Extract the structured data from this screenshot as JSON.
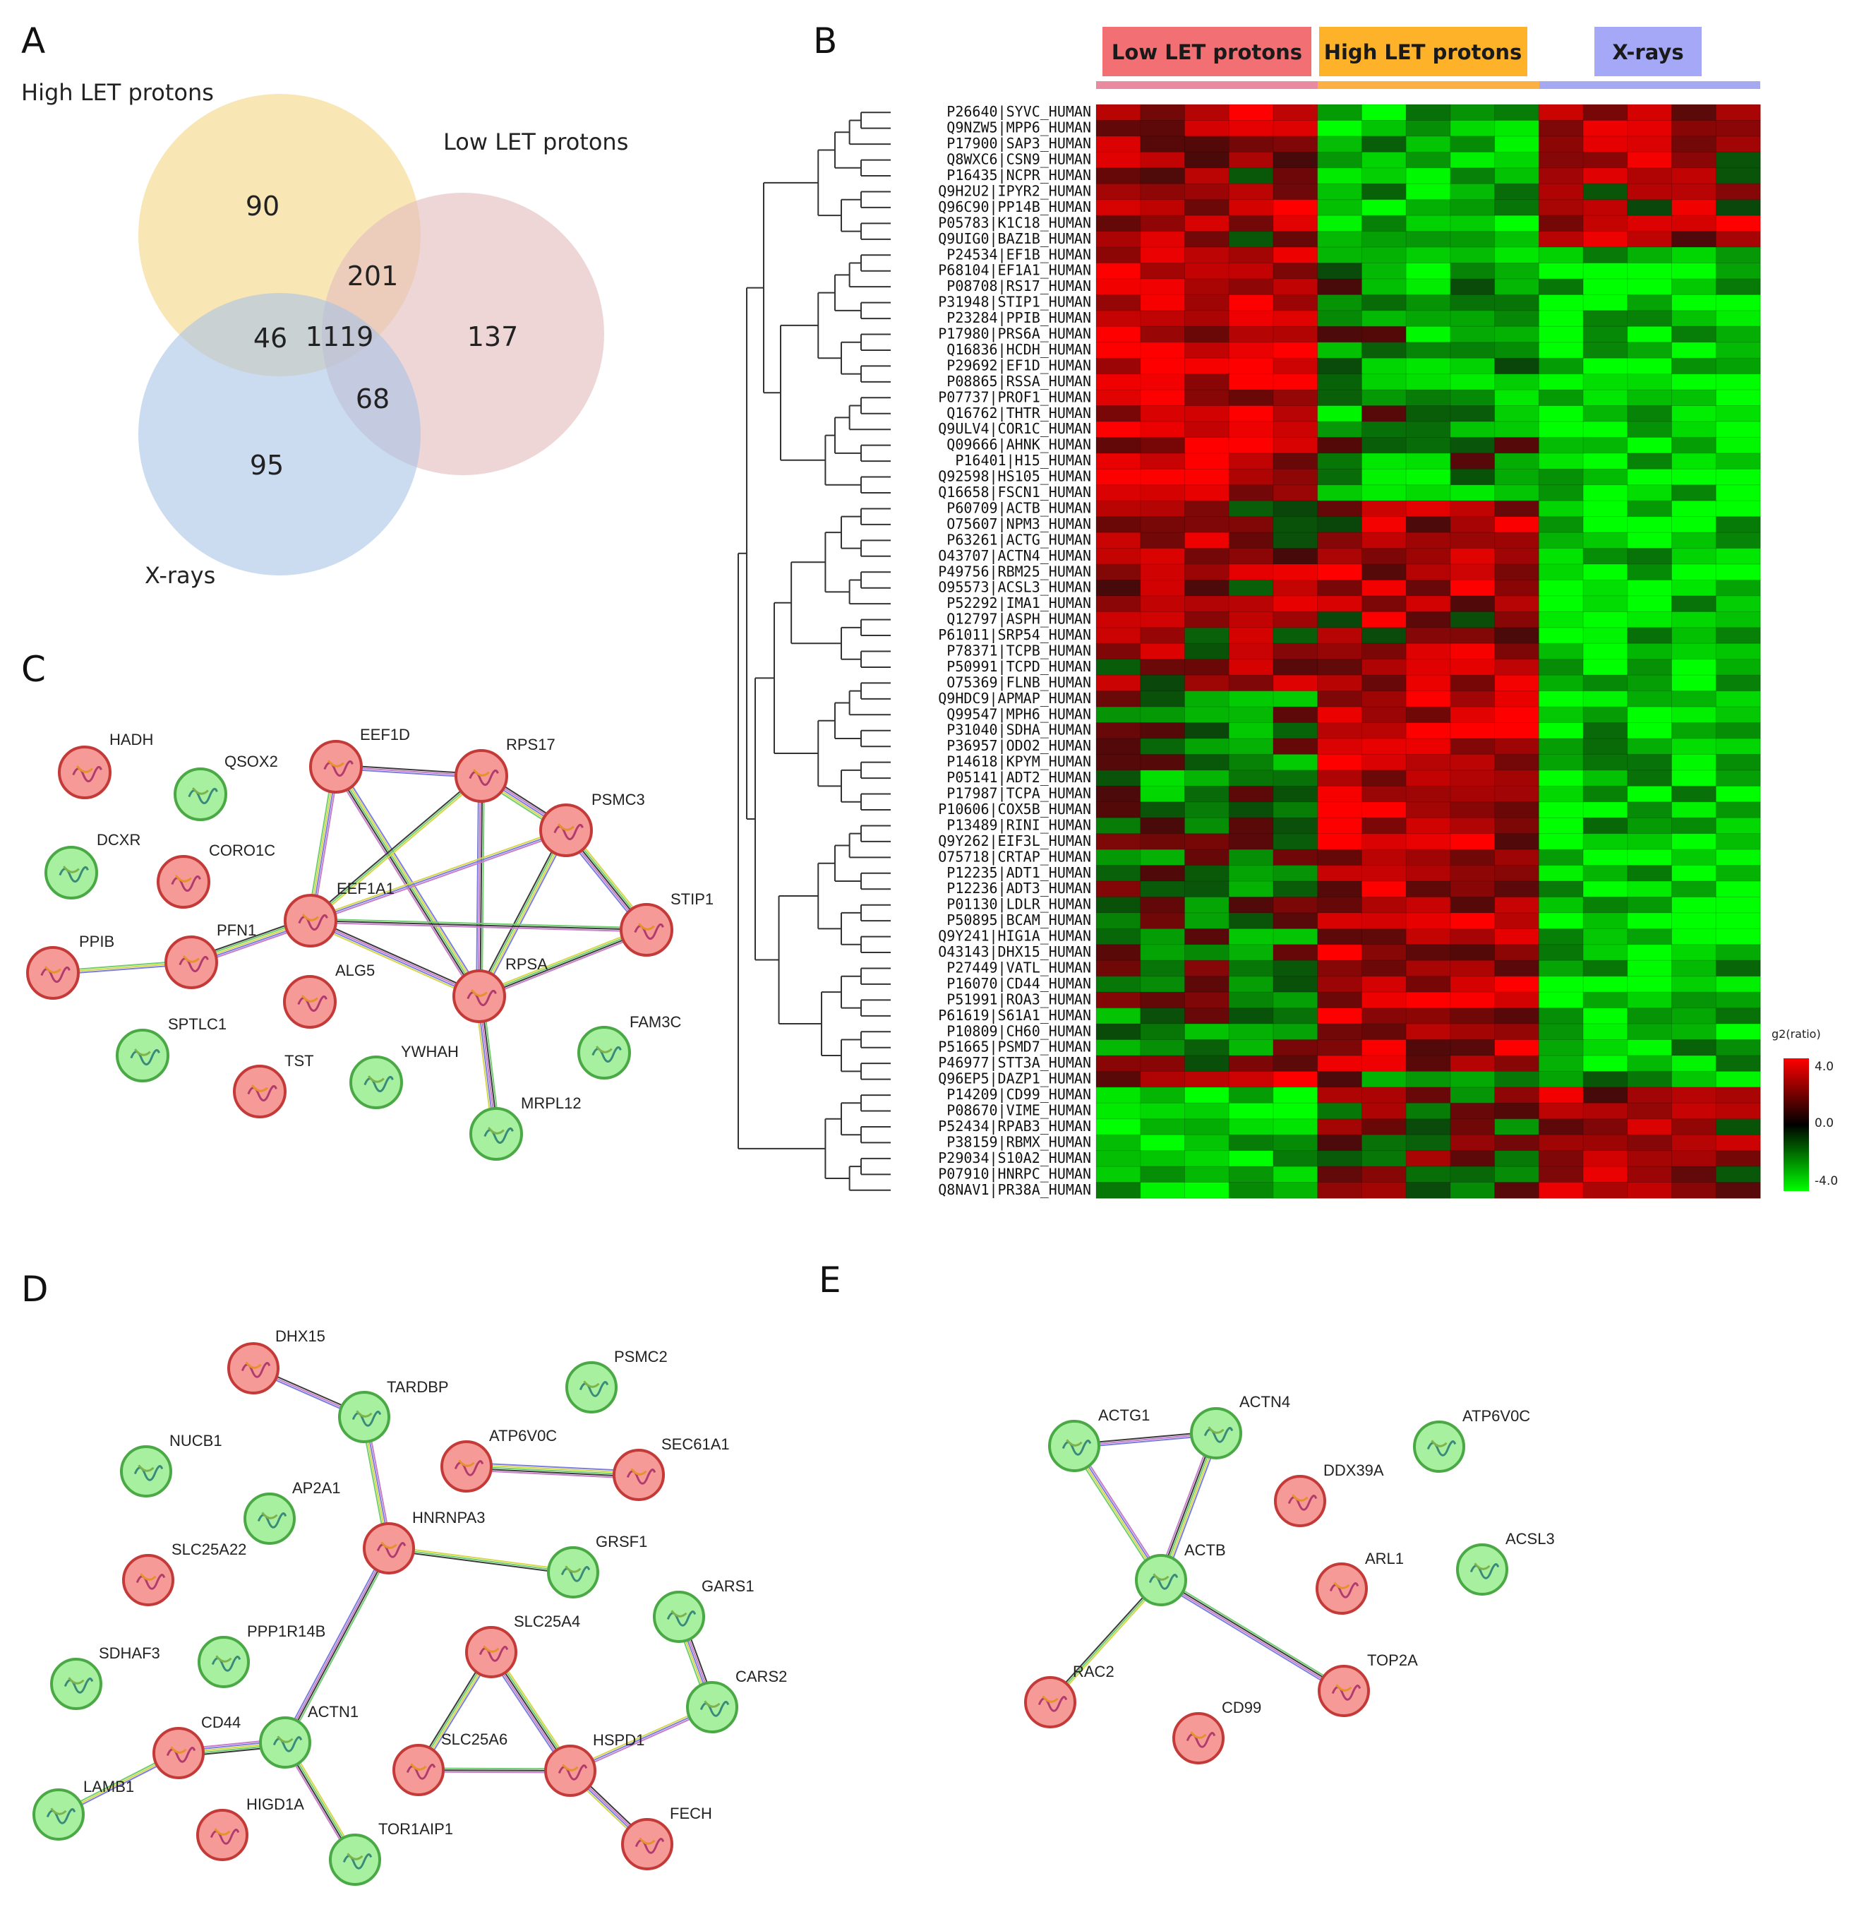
{
  "panels": {
    "A": {
      "letter": "A",
      "venn": {
        "sets": [
          {
            "key": "high",
            "label": "High LET protons",
            "color": "#f6dc98"
          },
          {
            "key": "low",
            "label": "Low LET protons",
            "color": "#e5c0c0"
          },
          {
            "key": "xray",
            "label": "X-rays",
            "color": "#a9c3e6"
          }
        ],
        "regions": [
          {
            "key": "high_only",
            "value": "90"
          },
          {
            "key": "high_low",
            "value": "201"
          },
          {
            "key": "low_only",
            "value": "137"
          },
          {
            "key": "high_xray",
            "value": "46"
          },
          {
            "key": "all",
            "value": "1119"
          },
          {
            "key": "low_xray",
            "value": "68"
          },
          {
            "key": "xray_only",
            "value": "95"
          }
        ]
      }
    },
    "B": {
      "letter": "B",
      "groups": [
        {
          "label": "Low LET protons",
          "color": "#f27074",
          "bar": "#e88aa0"
        },
        {
          "label": "High LET protons",
          "color": "#fdb22a",
          "bar": "#fcb043"
        },
        {
          "label": "X-rays",
          "color": "#a4a8f7",
          "bar": "#a5a9f2"
        }
      ],
      "proteins": [
        "P26640|SYVC_HUMAN",
        "Q9NZW5|MPP6_HUMAN",
        "P17900|SAP3_HUMAN",
        "Q8WXC6|CSN9_HUMAN",
        "P16435|NCPR_HUMAN",
        "Q9H2U2|IPYR2_HUMAN",
        "Q96C90|PP14B_HUMAN",
        "P05783|K1C18_HUMAN",
        "Q9UIG0|BAZ1B_HUMAN",
        "P24534|EF1B_HUMAN",
        "P68104|EF1A1_HUMAN",
        "P08708|RS17_HUMAN",
        "P31948|STIP1_HUMAN",
        "P23284|PPIB_HUMAN",
        "P17980|PRS6A_HUMAN",
        "Q16836|HCDH_HUMAN",
        "P29692|EF1D_HUMAN",
        "P08865|RSSA_HUMAN",
        "P07737|PROF1_HUMAN",
        "Q16762|THTR_HUMAN",
        "Q9ULV4|COR1C_HUMAN",
        "Q09666|AHNK_HUMAN",
        "P16401|H15_HUMAN",
        "Q92598|HS105_HUMAN",
        "Q16658|FSCN1_HUMAN",
        "P60709|ACTB_HUMAN",
        "O75607|NPM3_HUMAN",
        "P63261|ACTG_HUMAN",
        "O43707|ACTN4_HUMAN",
        "P49756|RBM25_HUMAN",
        "O95573|ACSL3_HUMAN",
        "P52292|IMA1_HUMAN",
        "Q12797|ASPH_HUMAN",
        "P61011|SRP54_HUMAN",
        "P78371|TCPB_HUMAN",
        "P50991|TCPD_HUMAN",
        "O75369|FLNB_HUMAN",
        "Q9HDC9|APMAP_HUMAN",
        "Q99547|MPH6_HUMAN",
        "P31040|SDHA_HUMAN",
        "P36957|ODO2_HUMAN",
        "P14618|KPYM_HUMAN",
        "P05141|ADT2_HUMAN",
        "P17987|TCPA_HUMAN",
        "P10606|COX5B_HUMAN",
        "P13489|RINI_HUMAN",
        "Q9Y262|EIF3L_HUMAN",
        "O75718|CRTAP_HUMAN",
        "P12235|ADT1_HUMAN",
        "P12236|ADT3_HUMAN",
        "P01130|LDLR_HUMAN",
        "P50895|BCAM_HUMAN",
        "Q9Y241|HIG1A_HUMAN",
        "O43143|DHX15_HUMAN",
        "P27449|VATL_HUMAN",
        "P16070|CD44_HUMAN",
        "P51991|ROA3_HUMAN",
        "P61619|S61A1_HUMAN",
        "P10809|CH60_HUMAN",
        "P51665|PSMD7_HUMAN",
        "P46977|STT3A_HUMAN",
        "Q96EP5|DAZP1_HUMAN",
        "P14209|CD99_HUMAN",
        "P08670|VIME_HUMAN",
        "P52434|RPAB3_HUMAN",
        "P38159|RBMX_HUMAN",
        "P29034|S10A2_HUMAN",
        "P07910|HNRPC_HUMAN",
        "Q8NAV1|PR38A_HUMAN"
      ],
      "legend": {
        "title": "g2(ratio)",
        "ticks": [
          "4.0",
          "0.0",
          "-4.0"
        ],
        "colors": [
          "#ff0000",
          "#000000",
          "#00ff00"
        ]
      }
    },
    "C": {
      "letter": "C",
      "nodes": [
        {
          "id": "HADH",
          "color": "red"
        },
        {
          "id": "QSOX2",
          "color": "green"
        },
        {
          "id": "EEF1D",
          "color": "red"
        },
        {
          "id": "RPS17",
          "color": "red"
        },
        {
          "id": "PSMC3",
          "color": "red"
        },
        {
          "id": "DCXR",
          "color": "green"
        },
        {
          "id": "CORO1C",
          "color": "red"
        },
        {
          "id": "EEF1A1",
          "color": "red"
        },
        {
          "id": "STIP1",
          "color": "red"
        },
        {
          "id": "PPIB",
          "color": "red"
        },
        {
          "id": "PFN1",
          "color": "red"
        },
        {
          "id": "ALG5",
          "color": "red"
        },
        {
          "id": "RPSA",
          "color": "red"
        },
        {
          "id": "SPTLC1",
          "color": "green"
        },
        {
          "id": "FAM3C",
          "color": "green"
        },
        {
          "id": "TST",
          "color": "red"
        },
        {
          "id": "YWHAH",
          "color": "green"
        },
        {
          "id": "MRPL12",
          "color": "green"
        }
      ],
      "edges": [
        [
          "EEF1D",
          "RPS17"
        ],
        [
          "EEF1D",
          "EEF1A1"
        ],
        [
          "EEF1D",
          "RPSA"
        ],
        [
          "RPS17",
          "EEF1A1"
        ],
        [
          "RPS17",
          "RPSA"
        ],
        [
          "RPS17",
          "PSMC3"
        ],
        [
          "PSMC3",
          "EEF1A1"
        ],
        [
          "PSMC3",
          "RPSA"
        ],
        [
          "PSMC3",
          "STIP1"
        ],
        [
          "EEF1A1",
          "STIP1"
        ],
        [
          "EEF1A1",
          "RPSA"
        ],
        [
          "EEF1A1",
          "PFN1"
        ],
        [
          "PFN1",
          "PPIB"
        ],
        [
          "RPSA",
          "STIP1"
        ],
        [
          "RPSA",
          "MRPL12"
        ]
      ]
    },
    "D": {
      "letter": "D",
      "nodes": [
        {
          "id": "DHX15",
          "color": "red"
        },
        {
          "id": "TARDBP",
          "color": "green"
        },
        {
          "id": "PSMC2",
          "color": "green"
        },
        {
          "id": "NUCB1",
          "color": "green"
        },
        {
          "id": "ATP6V0C",
          "color": "red"
        },
        {
          "id": "SEC61A1",
          "color": "red"
        },
        {
          "id": "AP2A1",
          "color": "green"
        },
        {
          "id": "HNRNPA3",
          "color": "red"
        },
        {
          "id": "SLC25A22",
          "color": "red"
        },
        {
          "id": "GRSF1",
          "color": "green"
        },
        {
          "id": "GARS1",
          "color": "green"
        },
        {
          "id": "PPP1R14B",
          "color": "green"
        },
        {
          "id": "SLC25A4",
          "color": "red"
        },
        {
          "id": "SDHAF3",
          "color": "green"
        },
        {
          "id": "CARS2",
          "color": "green"
        },
        {
          "id": "CD44",
          "color": "red"
        },
        {
          "id": "ACTN1",
          "color": "green"
        },
        {
          "id": "SLC25A6",
          "color": "red"
        },
        {
          "id": "HSPD1",
          "color": "red"
        },
        {
          "id": "LAMB1",
          "color": "green"
        },
        {
          "id": "HIGD1A",
          "color": "red"
        },
        {
          "id": "TOR1AIP1",
          "color": "green"
        },
        {
          "id": "FECH",
          "color": "red"
        }
      ],
      "edges": [
        [
          "DHX15",
          "TARDBP"
        ],
        [
          "TARDBP",
          "HNRNPA3"
        ],
        [
          "ATP6V0C",
          "SEC61A1"
        ],
        [
          "HNRNPA3",
          "GRSF1"
        ],
        [
          "HNRNPA3",
          "ACTN1"
        ],
        [
          "GARS1",
          "CARS2"
        ],
        [
          "CARS2",
          "HSPD1"
        ],
        [
          "SLC25A4",
          "SLC25A6"
        ],
        [
          "SLC25A4",
          "HSPD1"
        ],
        [
          "SLC25A6",
          "HSPD1"
        ],
        [
          "HSPD1",
          "FECH"
        ],
        [
          "CD44",
          "ACTN1"
        ],
        [
          "CD44",
          "LAMB1"
        ],
        [
          "ACTN1",
          "TOR1AIP1"
        ]
      ]
    },
    "E": {
      "letter": "E",
      "nodes": [
        {
          "id": "ACTG1",
          "color": "green"
        },
        {
          "id": "ACTN4",
          "color": "green"
        },
        {
          "id": "ATP6V0C",
          "color": "green"
        },
        {
          "id": "DDX39A",
          "color": "red"
        },
        {
          "id": "ACTB",
          "color": "green"
        },
        {
          "id": "ARL1",
          "color": "red"
        },
        {
          "id": "ACSL3",
          "color": "green"
        },
        {
          "id": "RAC2",
          "color": "red"
        },
        {
          "id": "TOP2A",
          "color": "red"
        },
        {
          "id": "CD99",
          "color": "red"
        }
      ],
      "edges": [
        [
          "ACTG1",
          "ACTN4"
        ],
        [
          "ACTG1",
          "ACTB"
        ],
        [
          "ACTN4",
          "ACTB"
        ],
        [
          "ACTB",
          "RAC2"
        ],
        [
          "ACTB",
          "TOP2A"
        ]
      ]
    }
  }
}
